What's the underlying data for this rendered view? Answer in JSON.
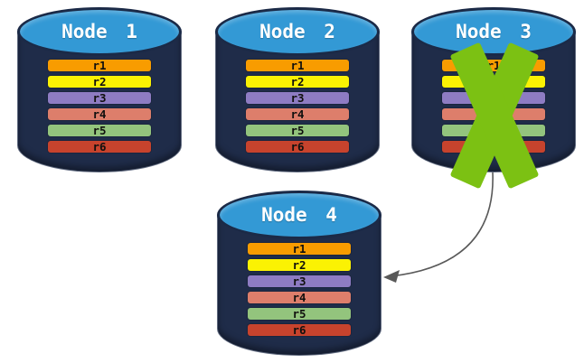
{
  "canvas": {
    "background": "#FFFFFF"
  },
  "cylinder": {
    "top_color": "#3399D5",
    "body_color": "#1F2C49"
  },
  "failure_cross": {
    "color": "#7CC113",
    "node": "node-3"
  },
  "arrow": {
    "color": "#595959",
    "from": "node-3",
    "to": "node-4"
  },
  "nodes": [
    {
      "id": "node-1",
      "label": "Node 1",
      "failed": false,
      "rows": [
        {
          "label": "r1",
          "color": "#F89C00"
        },
        {
          "label": "r2",
          "color": "#FBF203"
        },
        {
          "label": "r3",
          "color": "#8E7CC3"
        },
        {
          "label": "r4",
          "color": "#DD7E6B"
        },
        {
          "label": "r5",
          "color": "#93C47D"
        },
        {
          "label": "r6",
          "color": "#C7432D"
        }
      ]
    },
    {
      "id": "node-2",
      "label": "Node 2",
      "failed": false,
      "rows": [
        {
          "label": "r1",
          "color": "#F89C00"
        },
        {
          "label": "r2",
          "color": "#FBF203"
        },
        {
          "label": "r3",
          "color": "#8E7CC3"
        },
        {
          "label": "r4",
          "color": "#DD7E6B"
        },
        {
          "label": "r5",
          "color": "#93C47D"
        },
        {
          "label": "r6",
          "color": "#C7432D"
        }
      ]
    },
    {
      "id": "node-3",
      "label": "Node 3",
      "failed": true,
      "rows": [
        {
          "label": "r1",
          "color": "#F89C00"
        },
        {
          "label": "r2",
          "color": "#FBF203"
        },
        {
          "label": "r3",
          "color": "#8E7CC3"
        },
        {
          "label": "r4",
          "color": "#DD7E6B"
        },
        {
          "label": "r5",
          "color": "#93C47D"
        },
        {
          "label": "r6",
          "color": "#C7432D"
        }
      ]
    },
    {
      "id": "node-4",
      "label": "Node 4",
      "failed": false,
      "rows": [
        {
          "label": "r1",
          "color": "#F89C00"
        },
        {
          "label": "r2",
          "color": "#FBF203"
        },
        {
          "label": "r3",
          "color": "#8E7CC3"
        },
        {
          "label": "r4",
          "color": "#DD7E6B"
        },
        {
          "label": "r5",
          "color": "#93C47D"
        },
        {
          "label": "r6",
          "color": "#C7432D"
        }
      ]
    }
  ]
}
